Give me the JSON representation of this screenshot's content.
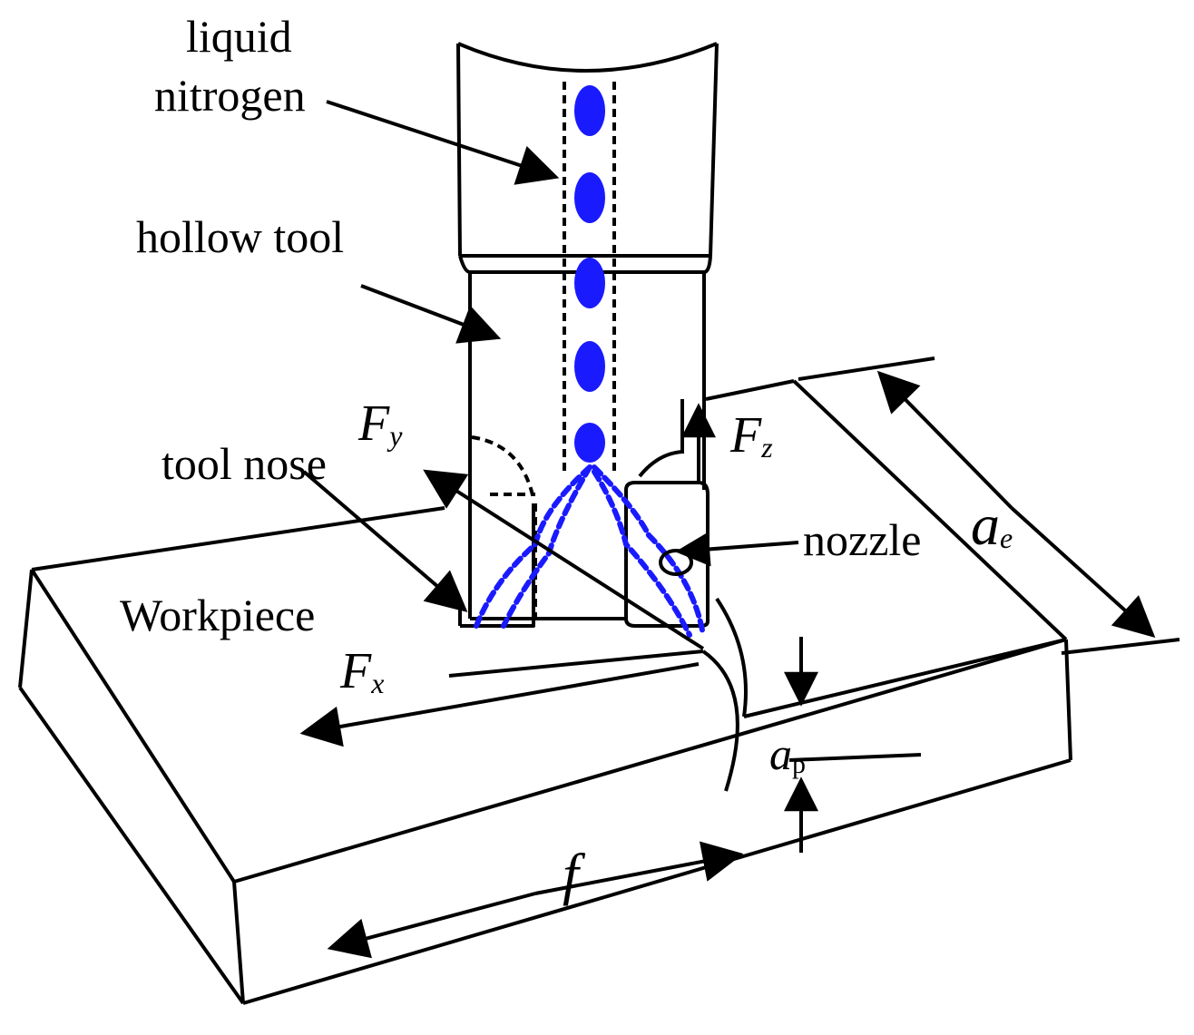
{
  "labels": {
    "liquid": "liquid",
    "nitrogen": "nitrogen",
    "hollow_tool": "hollow tool",
    "tool_nose": "tool nose",
    "workpiece": "Workpiece",
    "nozzle": "nozzle"
  },
  "symbols": {
    "fy": {
      "main": "F",
      "sub": "y"
    },
    "fz": {
      "main": "F",
      "sub": "z"
    },
    "fx": {
      "main": "F",
      "sub": "x"
    },
    "ae": {
      "main": "a",
      "sub": "e"
    },
    "ap": {
      "main": "a",
      "sub": "p"
    },
    "f": "f"
  },
  "colors": {
    "line": "#000000",
    "coolant": "#1a1aff",
    "background": "#ffffff"
  }
}
